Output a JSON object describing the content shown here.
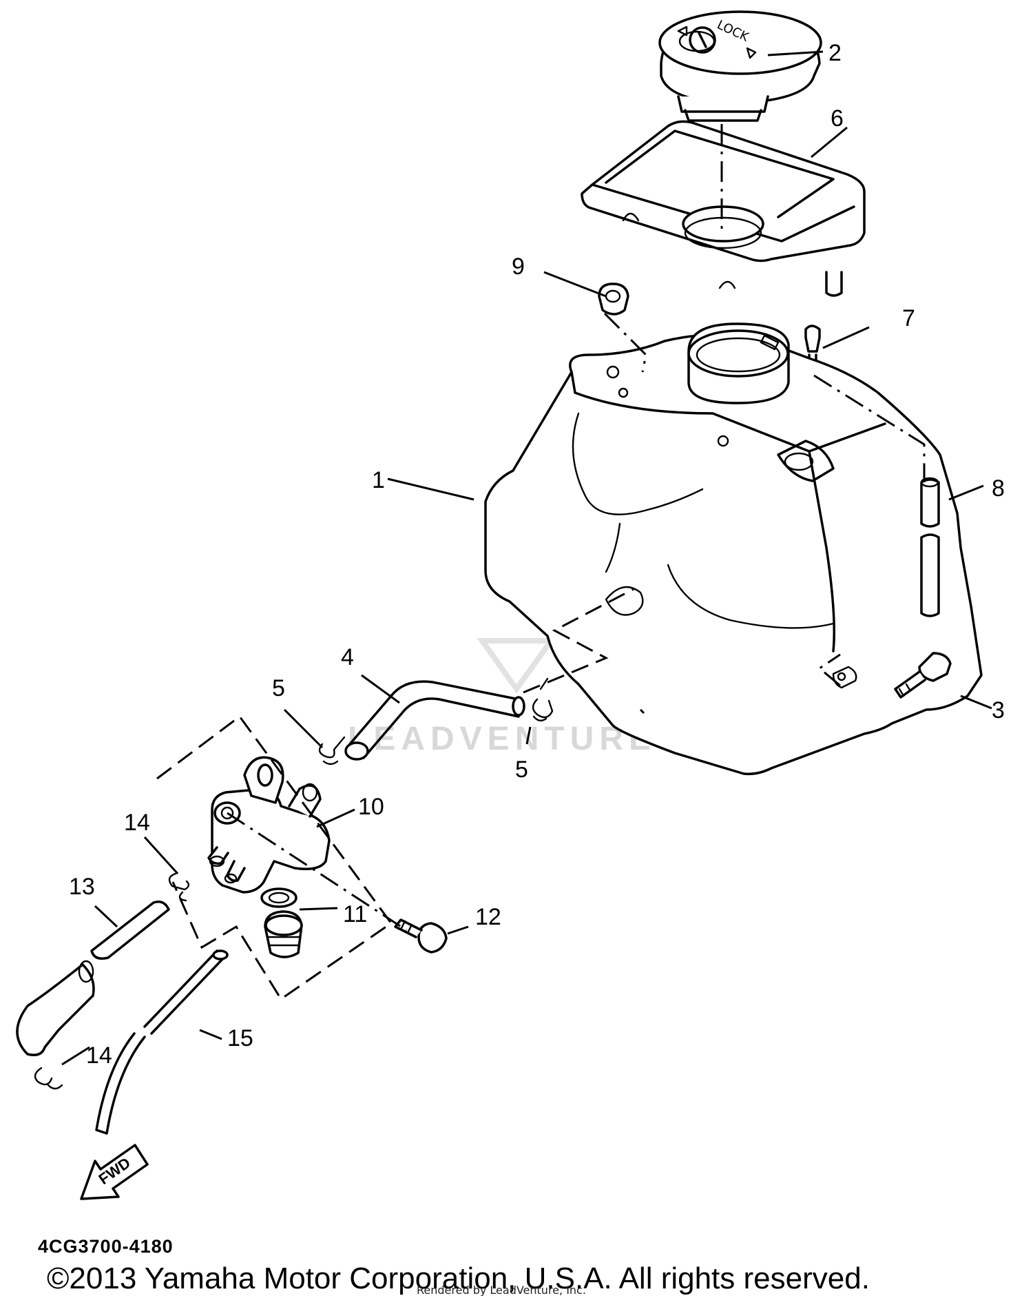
{
  "diagram": {
    "part_labels": {
      "p1": "1",
      "p2": "2",
      "p3": "3",
      "p4": "4",
      "p5a": "5",
      "p5b": "5",
      "p6": "6",
      "p7": "7",
      "p8": "8",
      "p9": "9",
      "p10": "10",
      "p11": "11",
      "p12": "12",
      "p13": "13",
      "p14a": "14",
      "p14b": "14",
      "p15": "15"
    },
    "cap_text": "LOCK",
    "fwd_label": "FWD",
    "drawing_code": "4CG3700-4180",
    "copyright": "©2013 Yamaha Motor Corporation, U.S.A. All rights reserved.",
    "rendered_by": "Rendered by LeadVenture, Inc.",
    "watermark": "LEADVENTURE"
  }
}
